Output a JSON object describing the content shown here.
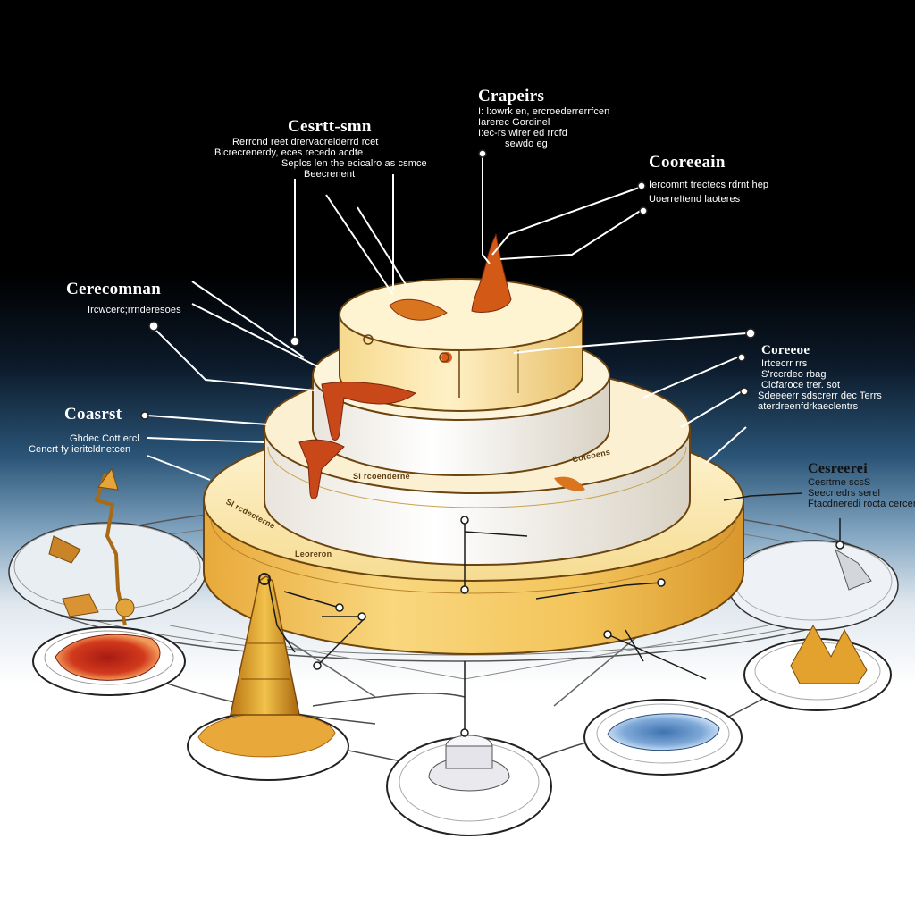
{
  "labels": {
    "top_center": {
      "title": "Crapeirs",
      "lines": [
        "I: l:owrk en, ercroederrerrfcen",
        "Iarerec Gordinel",
        "I:ec-rs wlrer ed rrcfd",
        "sewdo eg"
      ]
    },
    "top_left": {
      "title": "Cesrtt-smn",
      "lines": [
        "Rerrcnd reet drervacrelderrd rcet",
        "Bicrecrenerdy, eces recedo acdte",
        "Seplcs len the ecicalro as csmce",
        "Beecrenent"
      ]
    },
    "right_upper": {
      "title": "Cooreeain",
      "lines": [
        "Iercomnt trectecs rdrnt hep",
        "UoerreItend laoteres"
      ]
    },
    "left_upper": {
      "title": "Cerecomnan",
      "lines": [
        "Ircwcerc;rrnderesoes"
      ]
    },
    "right_middle": {
      "title": "Coreeoe",
      "lines": [
        "Irtcecrr rrs",
        "S'rccrdeo rbag",
        "Cicfaroce trer. sot",
        "Sdeeeerr sdscrerr dec Terrs",
        "aterdreenfdrkaeclentrs"
      ]
    },
    "left_middle": {
      "title": "Coasrst",
      "lines": [
        "Ghdec Cott ercl",
        "Cencrt fy ieritcldnetcen"
      ]
    },
    "right_lower": {
      "title": "Cesreerei",
      "lines": [
        "Cesrtrne scsS",
        "Seecnedrs serel",
        "Ftacdneredi rocta cercer"
      ]
    }
  },
  "tier_labels": {
    "middle_side": "Sl rcoenderne",
    "bottom_front": "Leoreron",
    "bottom_left": "Sl rcdeeterne",
    "middle_right": "Cotcoens"
  },
  "colors": {
    "cake_gold": "#f2c45a",
    "cake_cream": "#f6ead0",
    "cake_white": "#f5f3ee",
    "sauce_red": "#c0391a",
    "sauce_orange": "#d9741f",
    "line_white": "#ffffff",
    "line_dark": "#1a1a1a"
  },
  "icons": [
    "sauce-drip-icon",
    "red-sauce-plate-icon",
    "golden-spire-icon",
    "cream-dome-plate-icon",
    "blue-frosting-plate-icon",
    "gold-shards-plate-icon",
    "gold-figurine-icon"
  ]
}
